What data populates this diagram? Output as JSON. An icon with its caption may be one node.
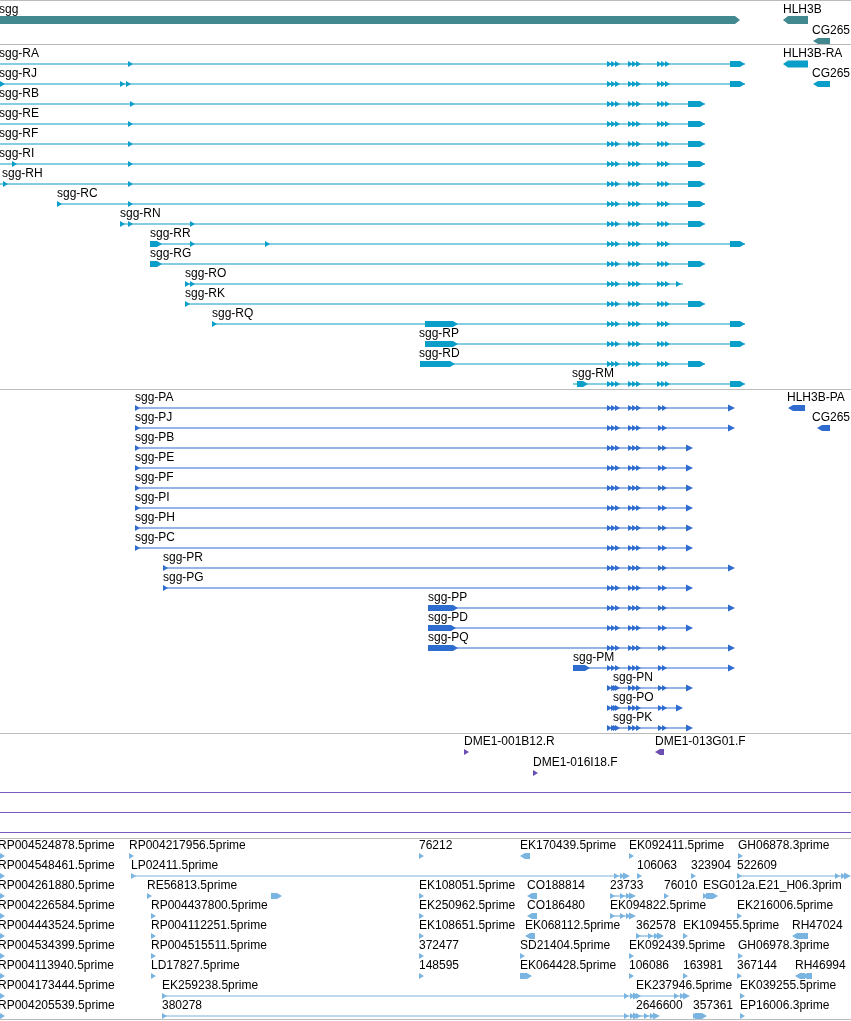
{
  "diagram": {
    "labels": [
      "sgg",
      "HLH3B",
      "CG265",
      "sgg-RA",
      "HLH3B-RA",
      "sgg-RJ",
      "CG265",
      "sgg-RB",
      "sgg-RE",
      "sgg-RF",
      "sgg-RI",
      "sgg-RH",
      "sgg-RC",
      "sgg-RN",
      "sgg-RR",
      "sgg-RG",
      "sgg-RO",
      "sgg-RK",
      "sgg-RQ",
      "sgg-RP",
      "sgg-RD",
      "sgg-RM",
      "sgg-PA",
      "HLH3B-PA",
      "sgg-PJ",
      "CG265",
      "sgg-PB",
      "sgg-PE",
      "sgg-PF",
      "sgg-PI",
      "sgg-PH",
      "sgg-PC",
      "sgg-PR",
      "sgg-PG",
      "sgg-PP",
      "sgg-PD",
      "sgg-PQ",
      "sgg-PM",
      "sgg-PN",
      "sgg-PO",
      "sgg-PK",
      "DME1-001B12.R",
      "DME1-013G01.F",
      "DME1-016I18.F",
      "RP004524878.5prime",
      "RP004217956.5prime",
      "76212",
      "EK170439.5prime",
      "EK092411.5prime",
      "GH06878.3prime",
      "RP004548461.5prime",
      "LP02411.5prime",
      "106063",
      "323904",
      "522609",
      "RP004261880.5prime",
      "RE56813.5prime",
      "EK108051.5prime",
      "CO188814",
      "23733",
      "76010",
      "ESG012a.E21_H06.3prim",
      "RP004226584.5prime",
      "RP004437800.5prime",
      "EK250962.5prime",
      "CO186480",
      "EK094822.5prime",
      "EK216006.5prime",
      "RP004443524.5prime",
      "RP004112251.5prime",
      "EK108651.5prime",
      "EK068112.5prime",
      "362578",
      "EK109455.5prime",
      "RH47024",
      "RP004534399.5prime",
      "RP004515511.5prime",
      "372477",
      "SD21404.5prime",
      "EK092439.5prime",
      "GH06978.3prime",
      "RP004113940.5prime",
      "LD17827.5prime",
      "148595",
      "EK064428.5prime",
      "106086",
      "163981",
      "367144",
      "RH46994",
      "RP004173444.5prime",
      "EK259238.5prime",
      "EK237946.5prime",
      "EK039255.5prime",
      "RP004205539.5prime",
      "380278",
      "2646600",
      "357361",
      "EP16006.3prime"
    ]
  }
}
